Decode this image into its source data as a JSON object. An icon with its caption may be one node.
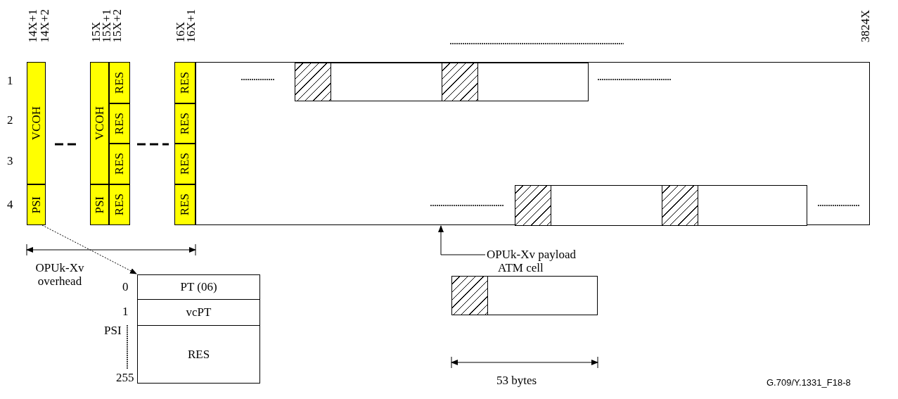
{
  "diagram": {
    "caption": "G.709/Y.1331_F18-8",
    "nodes": [
      {
        "text": [
          "VCOH"
        ]
      },
      {
        "text": [
          "PSI"
        ]
      },
      {
        "text": [
          "VCOH"
        ]
      },
      {
        "text": [
          "PSI"
        ]
      },
      {
        "text": [
          "RES"
        ]
      },
      {
        "text": [
          "RES"
        ]
      },
      {
        "text": [
          "RES"
        ]
      },
      {
        "text": [
          "RES"
        ]
      },
      {
        "text": [
          "RES"
        ]
      },
      {
        "text": [
          "RES"
        ]
      },
      {
        "text": [
          "RES"
        ]
      },
      {
        "text": [
          "RES"
        ]
      },
      {
        "text": [],
        "shape": "box"
      },
      {
        "text": [],
        "shape": "box",
        "in": 12
      },
      {
        "text": [],
        "shape": "box",
        "in": 12
      },
      {
        "text": [],
        "shape": "box",
        "in": 12
      },
      {
        "text": [],
        "shape": "box",
        "in": 12
      },
      {
        "text": [],
        "shape": "box",
        "in": 12
      },
      {
        "text": [],
        "shape": "box",
        "in": 12
      },
      {
        "text": [],
        "shape": "box",
        "in": 12
      },
      {
        "text": [],
        "shape": "box",
        "in": 12
      },
      {
        "text": [
          "OPUk-Xv payload"
        ]
      },
      {
        "text": [
          "ATM cell"
        ]
      },
      {
        "text": [],
        "shape": "box",
        "in": 22
      },
      {
        "text": [],
        "shape": "box",
        "in": 22
      },
      {
        "text": [
          "PT (06)"
        ]
      },
      {
        "text": [
          "vcPT"
        ]
      },
      {
        "text": [
          "RES"
        ]
      }
    ],
    "edges": [
      {
        "from": 1,
        "to": 25,
        "arrow": "to",
        "style": "dashed"
      },
      {
        "from": 21,
        "to": 12,
        "arrow": "to"
      }
    ],
    "labels": [
      "14X+1",
      "14X+2",
      "15X",
      "15X+1",
      "15X+2",
      "16X",
      "16X+1",
      "3824X",
      "1",
      "2",
      "3",
      "4",
      "OPUk-Xv overhead",
      "0",
      "1",
      "PSI",
      "255",
      "53 bytes"
    ]
  }
}
